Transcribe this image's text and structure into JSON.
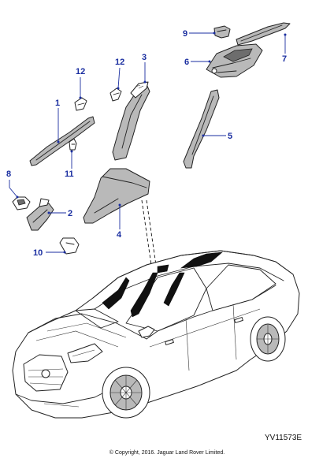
{
  "diagram": {
    "callouts": {
      "c1": "1",
      "c2": "2",
      "c3": "3",
      "c4": "4",
      "c5": "5",
      "c6": "6",
      "c7": "7",
      "c8": "8",
      "c9": "9",
      "c10": "10",
      "c11": "11",
      "c12a": "12",
      "c12b": "12"
    },
    "reference_code": "YV11573E",
    "copyright": "© Copyright, 2016. Jaguar Land Rover Limited.",
    "colors": {
      "callout": "#1a2ea0",
      "outline": "#222222",
      "fill_shade": "#b9b9b9",
      "fill_dark": "#111111"
    }
  }
}
